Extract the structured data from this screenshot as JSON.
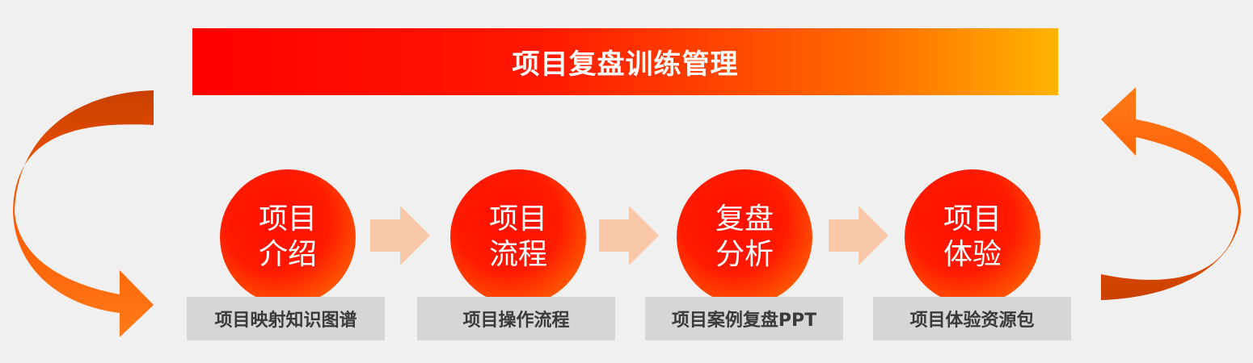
{
  "title": "项目复盘训练管理",
  "steps": [
    {
      "line1": "项目",
      "line2": "介绍",
      "label": "项目映射知识图谱"
    },
    {
      "line1": "项目",
      "line2": "流程",
      "label": "项目操作流程"
    },
    {
      "line1": "复盘",
      "line2": "分析",
      "label": "项目案例复盘PPT"
    },
    {
      "line1": "项目",
      "line2": "体验",
      "label": "项目体验资源包"
    }
  ],
  "colors": {
    "banner_start": "#ff0000",
    "banner_end": "#ffb400",
    "circle_red": "#ff1000",
    "circle_orange": "#ffa000",
    "arrow_peach": "#f8c8a8",
    "loop_arrow": "#ff6a10",
    "label_bg": "#d6d6d6"
  },
  "icons": [
    "right-arrow-icon",
    "loop-arrow-icon"
  ]
}
